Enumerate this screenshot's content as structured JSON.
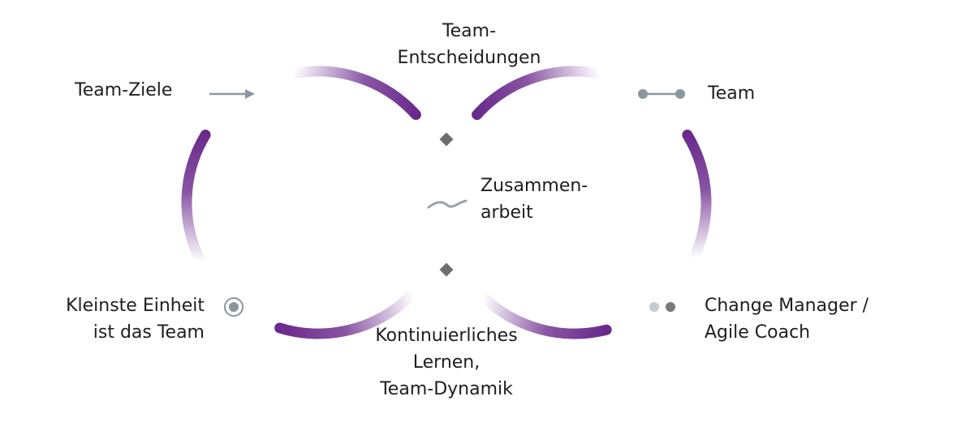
{
  "colors": {
    "arc": "#6a2a8c",
    "icon": "#8c969e",
    "diamond": "#6e6e6e",
    "text": "#1e1e1e"
  },
  "labels": {
    "team_ziele": "Team-Ziele",
    "team_entscheidungen": [
      "Team-",
      "Entscheidungen"
    ],
    "team": "Team",
    "zusammenarbeit": [
      "Zusammen-",
      "arbeit"
    ],
    "kleinste_einheit": [
      "Kleinste Einheit",
      "ist das Team"
    ],
    "kontinuierliches": [
      "Kontinuierliches",
      "Lernen,",
      "Team-Dynamik"
    ],
    "change_manager": [
      "Change Manager /",
      "Agile Coach"
    ]
  },
  "icons": [
    "arrow-right-icon",
    "connector-icon",
    "diamond-icon",
    "wave-icon",
    "radio-icon",
    "two-dots-icon"
  ]
}
